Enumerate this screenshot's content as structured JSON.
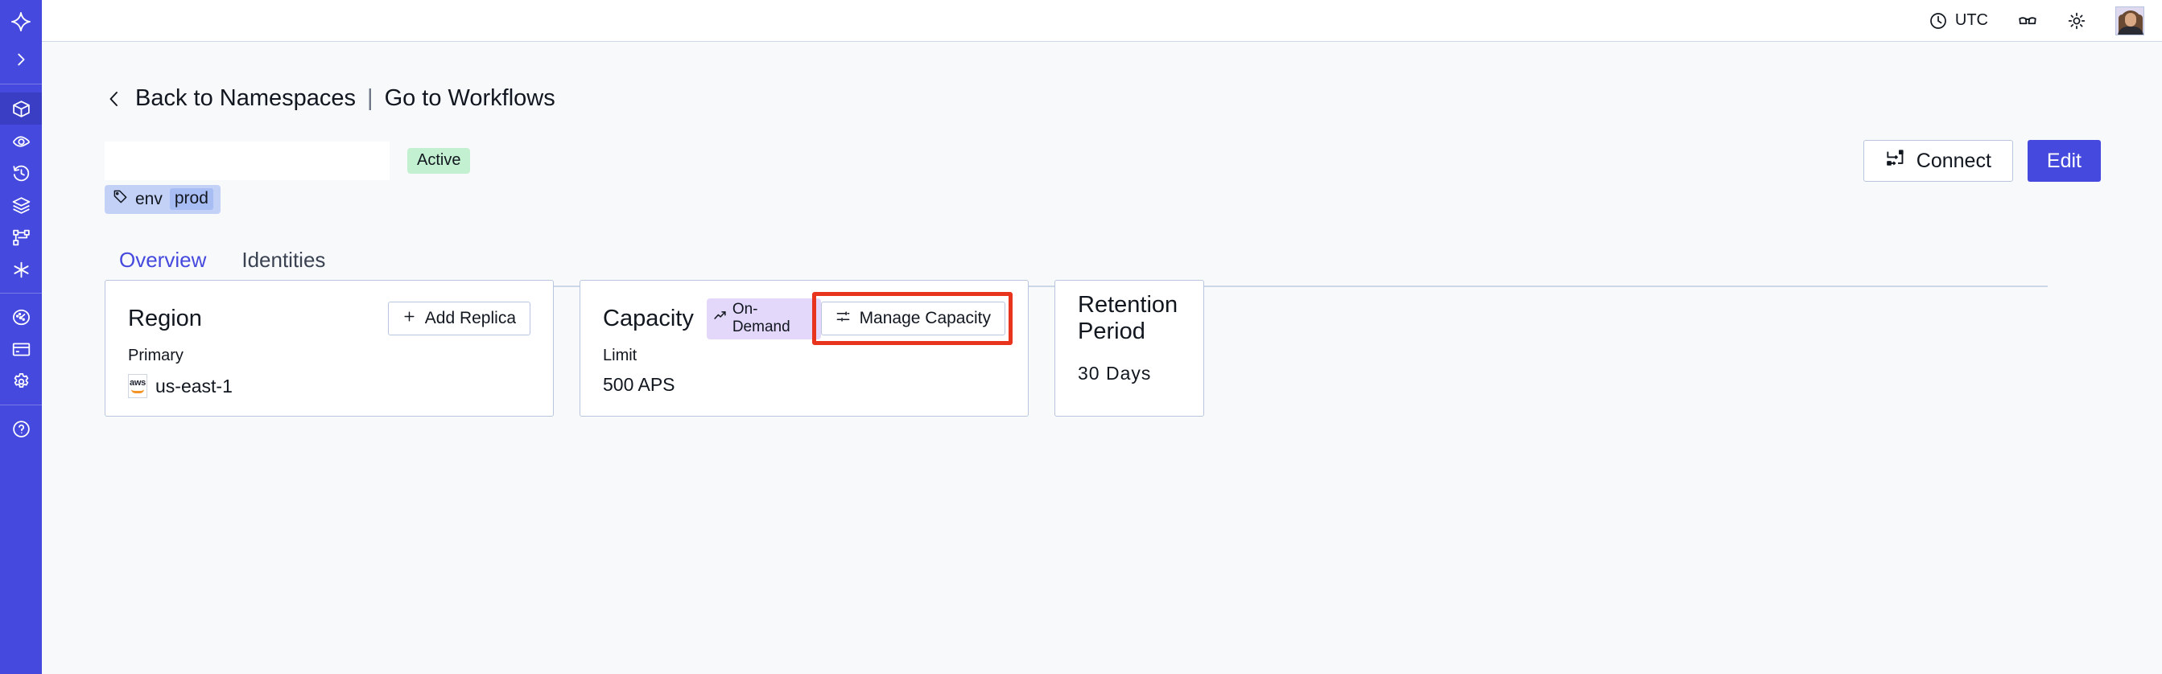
{
  "sidebar": {
    "items": [
      {
        "name": "logo",
        "icon": "temporal-logo-icon",
        "active": false
      },
      {
        "name": "expand",
        "icon": "chevron-right-icon",
        "active": false
      },
      {
        "name": "namespaces",
        "icon": "cube-icon",
        "active": true
      },
      {
        "name": "observability",
        "icon": "eye-icon",
        "active": false
      },
      {
        "name": "history",
        "icon": "clock-rewind-icon",
        "active": false
      },
      {
        "name": "layers",
        "icon": "layers-icon",
        "active": false
      },
      {
        "name": "workflows",
        "icon": "git-branch-icon",
        "active": false
      },
      {
        "name": "integrations",
        "icon": "asterisk-icon",
        "active": false
      },
      {
        "name": "usage",
        "icon": "gauge-icon",
        "active": false
      },
      {
        "name": "billing",
        "icon": "credit-card-icon",
        "active": false
      },
      {
        "name": "settings",
        "icon": "gear-icon",
        "active": false
      }
    ]
  },
  "header": {
    "timezone_label": "UTC",
    "timezone_icon": "clock-icon",
    "glasses_icon": "glasses-icon",
    "theme_icon": "sun-icon",
    "avatar_name": "user-avatar"
  },
  "breadcrumb": {
    "back_icon": "chevron-left-icon",
    "back_label": "Back to Namespaces",
    "separator": "|",
    "forward_label": "Go to Workflows"
  },
  "title_section": {
    "namespace_name": "",
    "status_badge": "Active",
    "tag": {
      "icon": "tag-icon",
      "key": "env",
      "value": "prod"
    },
    "connect_label": "Connect",
    "connect_icon": "connector-icon",
    "edit_label": "Edit"
  },
  "tabs": [
    {
      "label": "Overview",
      "active": true
    },
    {
      "label": "Identities",
      "active": false
    }
  ],
  "cards": {
    "region": {
      "title": "Region",
      "action_label": "Add Replica",
      "action_icon": "plus-icon",
      "label": "Primary",
      "provider_icon": "aws-logo-icon",
      "provider_text": "aws",
      "value": "us-east-1"
    },
    "capacity": {
      "title": "Capacity",
      "badge_label": "On-Demand",
      "badge_icon": "trending-up-icon",
      "action_label": "Manage Capacity",
      "action_icon": "sliders-icon",
      "label": "Limit",
      "value": "500 APS",
      "highlighted": true
    },
    "retention": {
      "title": "Retention Period",
      "value": "30 Days"
    }
  },
  "colors": {
    "sidebar": "#4549dd",
    "sidebar_active": "#3a3ec4",
    "accent": "#4549dd",
    "page_bg": "#f7f9fb",
    "card_border": "#b9c6de",
    "status_active_bg": "#c3f0d0",
    "tag_bg": "#c3d1f7",
    "tag_value_bg": "#a8bdf3",
    "ondemand_bg": "#e3d8fa",
    "highlight": "#e8341c"
  }
}
